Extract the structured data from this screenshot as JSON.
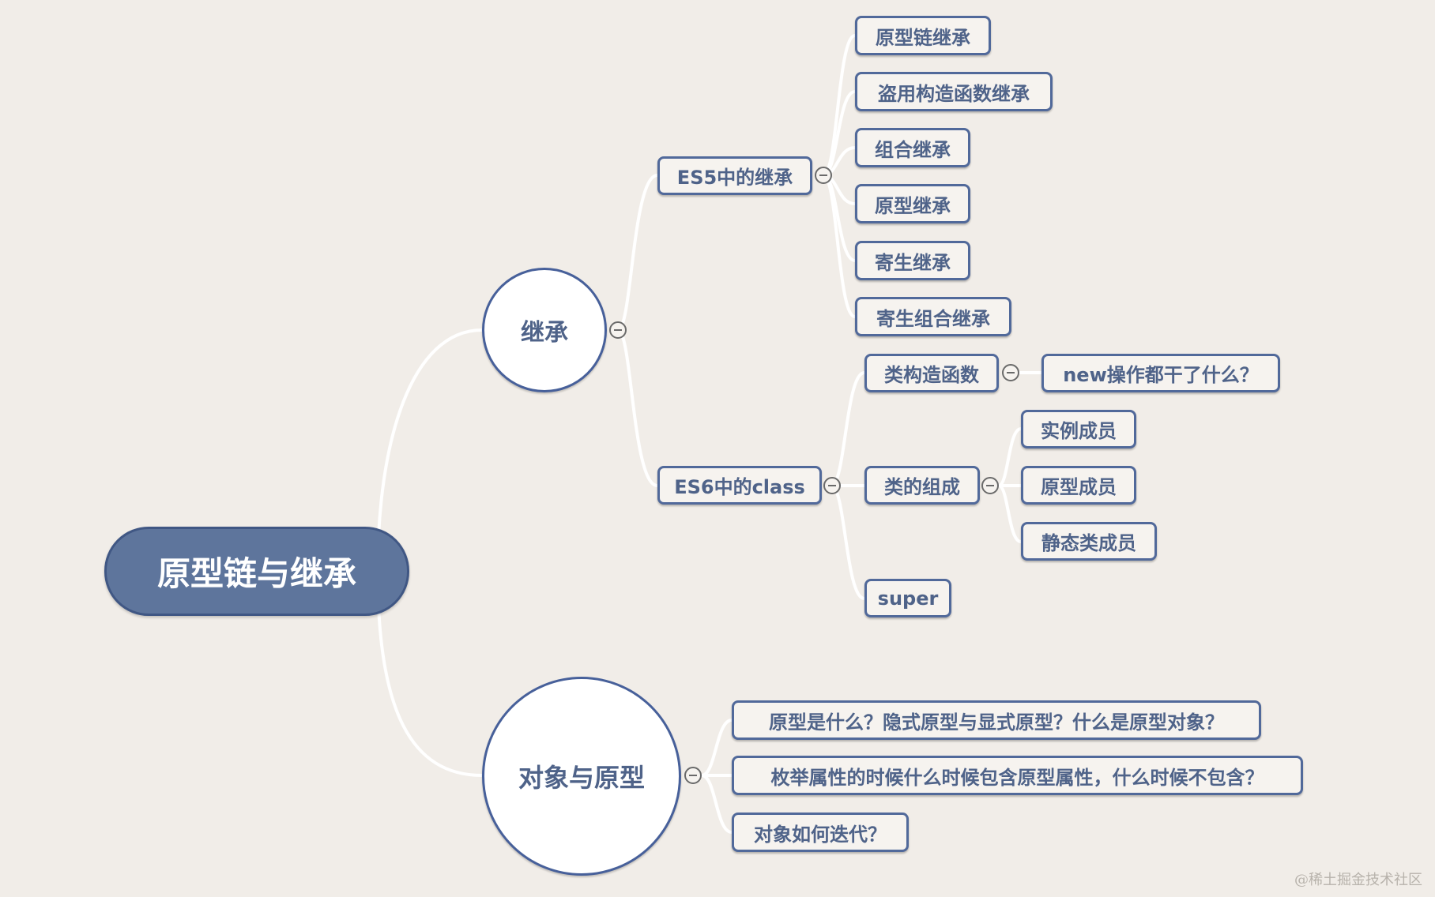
{
  "root": "原型链与继承",
  "branch1": {
    "label": "继承",
    "es5": {
      "label": "ES5中的继承",
      "children": [
        "原型链继承",
        "盗用构造函数继承",
        "组合继承",
        "原型继承",
        "寄生继承",
        "寄生组合继承"
      ]
    },
    "es6": {
      "label": "ES6中的class",
      "ctor": {
        "label": "类构造函数",
        "child": "new操作都干了什么？"
      },
      "parts": {
        "label": "类的组成",
        "children": [
          "实例成员",
          "原型成员",
          "静态类成员"
        ]
      },
      "super": "super"
    }
  },
  "branch2": {
    "label": "对象与原型",
    "children": [
      "原型是什么？隐式原型与显式原型？什么是原型对象？",
      "枚举属性的时候什么时候包含原型属性，什么时候不包含？",
      "对象如何迭代？"
    ]
  },
  "watermark": "@稀土掘金技术社区",
  "colors": {
    "background": "#f1ede8",
    "root_fill": "#5e759c",
    "border": "#51699a",
    "text": "#4f6389",
    "connector": "#ffffff"
  }
}
